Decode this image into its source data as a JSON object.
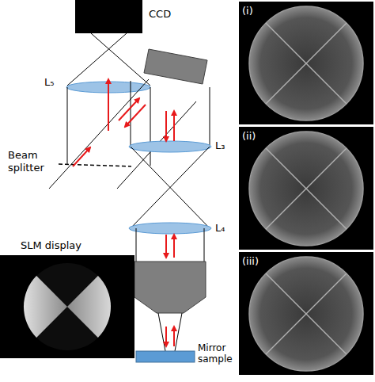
{
  "diagram": {
    "nodes": [
      {
        "text": [
          "CCD"
        ]
      },
      {
        "text": [
          "SLM display"
        ]
      },
      {
        "text": [
          "Mirror sample"
        ]
      },
      {
        "text": [
          "(i)"
        ]
      },
      {
        "text": [
          "(ii)"
        ]
      },
      {
        "text": [
          "(iii)"
        ]
      }
    ],
    "labels": [
      "L₅",
      "Beam splitter",
      "L₃",
      "L₄"
    ]
  }
}
